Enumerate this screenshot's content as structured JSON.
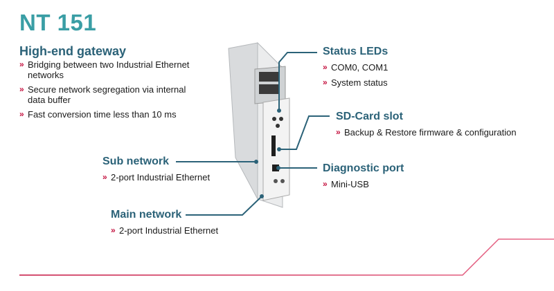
{
  "title": "NT 151",
  "features": {
    "heading": "High-end gateway",
    "items": [
      "Bridging between two Industrial Ethernet networks",
      "Secure network segregation via internal data buffer",
      "Fast conversion time less than 10 ms"
    ]
  },
  "callouts": {
    "status_leds": {
      "heading": "Status LEDs",
      "items": [
        "COM0, COM1",
        "System status"
      ]
    },
    "sd_card": {
      "heading": "SD-Card slot",
      "items": [
        "Backup & Restore firmware & configuration"
      ]
    },
    "diagnostic": {
      "heading": "Diagnostic port",
      "items": [
        "Mini-USB"
      ]
    },
    "sub_network": {
      "heading": "Sub network",
      "items": [
        "2-port Industrial Ethernet"
      ]
    },
    "main_network": {
      "heading": "Main network",
      "items": [
        "2-port Industrial Ethernet"
      ]
    }
  },
  "bullet_glyph": "»",
  "colors": {
    "title": "#3a9ea5",
    "heading": "#2b6278",
    "bullet": "#c4123f",
    "accent_line_start": "#c4123f",
    "accent_line_end": "#e86a8a"
  }
}
